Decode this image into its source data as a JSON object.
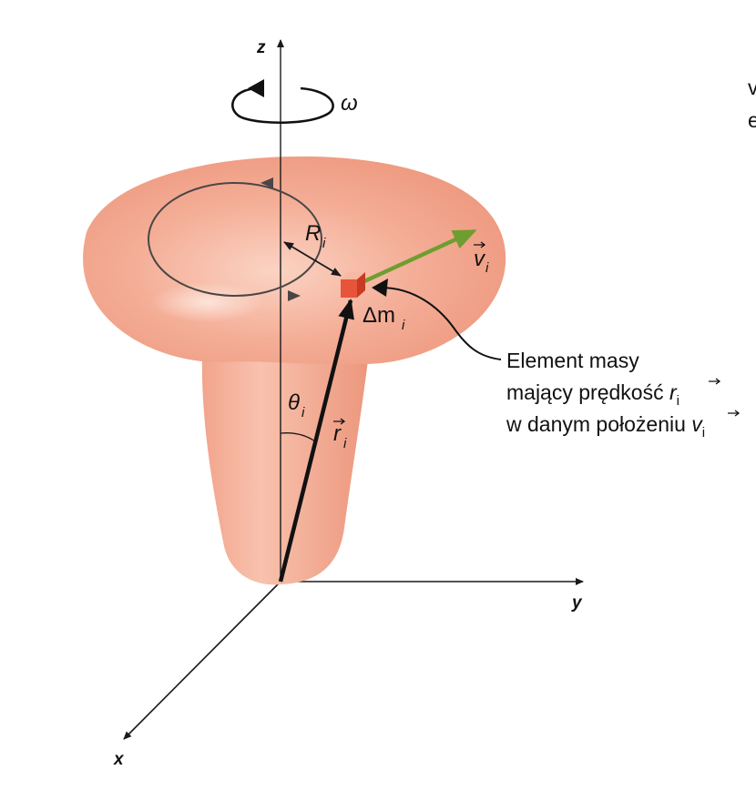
{
  "axes": {
    "z": "z",
    "y": "y",
    "x": "x"
  },
  "labels": {
    "omega": "ω",
    "radius": "R",
    "radius_sub": "i",
    "velocity": "v",
    "velocity_sub": "i",
    "mass": "Δm",
    "mass_sub": "i",
    "theta": "θ",
    "theta_sub": "i",
    "position": "r",
    "position_sub": "i"
  },
  "callout": {
    "line1": "Element masy",
    "line2_text": "mający prędkość ",
    "line2_var": "r",
    "line2_sub": "i",
    "line3_text": "w danym położeniu ",
    "line3_var": "v",
    "line3_sub": "i"
  },
  "edge_text": {
    "top": "v",
    "bottom": "e"
  },
  "colors": {
    "body": "#f1a58e",
    "body_highlight": "#fbd6c8",
    "mass_element": "#e8543a",
    "velocity_arrow": "#6e9e2f",
    "lines": "#1a1a1a"
  }
}
